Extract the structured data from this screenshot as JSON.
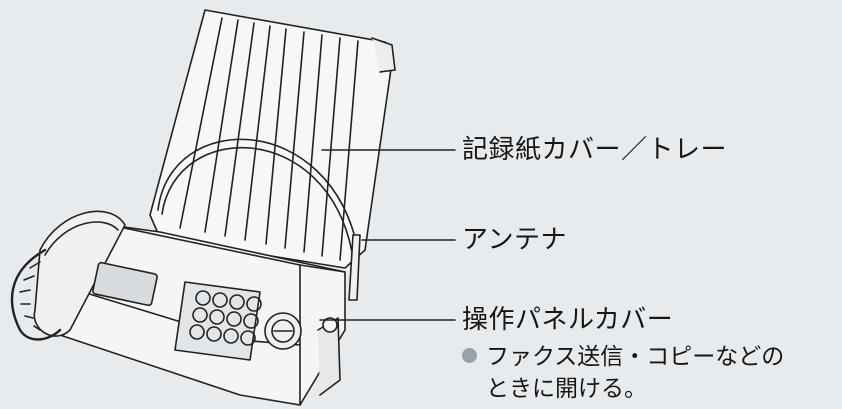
{
  "labels": {
    "paper_cover": "記録紙カバー／トレー",
    "antenna": "アンテナ",
    "panel_cover": "操作パネルカバー",
    "panel_note_line1": "ファクス送信・コピーなどの",
    "panel_note_line2": "ときに開ける。"
  },
  "colors": {
    "background": "#e8ebee",
    "line": "#222222",
    "body_fill": "#f4f5f6",
    "bullet": "#9aa2a8"
  }
}
